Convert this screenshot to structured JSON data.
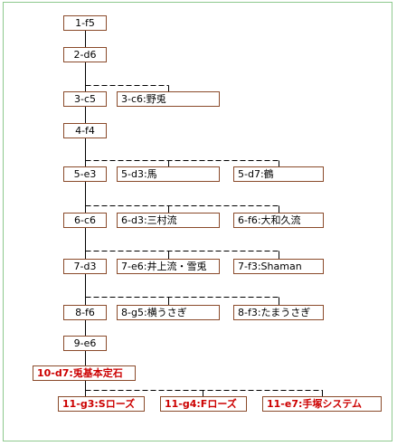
{
  "colors": {
    "box_border": "#8a4a2a",
    "line": "#000000",
    "highlight": "#cc0000",
    "frame": "#8ec98e"
  },
  "nodes": {
    "m1": "1-f5",
    "m2": "2-d6",
    "m3": "3-c5",
    "m3b": "3-c6:野兎",
    "m4": "4-f4",
    "m5": "5-e3",
    "m5b": "5-d3:馬",
    "m5c": "5-d7:鶴",
    "m6": "6-c6",
    "m6b": "6-d3:三村流",
    "m6c": "6-f6:大和久流",
    "m7": "7-d3",
    "m7b": "7-e6:井上流・雪兎",
    "m7c": "7-f3:Shaman",
    "m8": "8-f6",
    "m8b": "8-g5:横うさぎ",
    "m8c": "8-f3:たまうさぎ",
    "m9": "9-e6",
    "m10": "10-d7:兎基本定石",
    "m11a": "11-g3:Sローズ",
    "m11b": "11-g4:Fローズ",
    "m11c": "11-e7:手塚システム"
  }
}
